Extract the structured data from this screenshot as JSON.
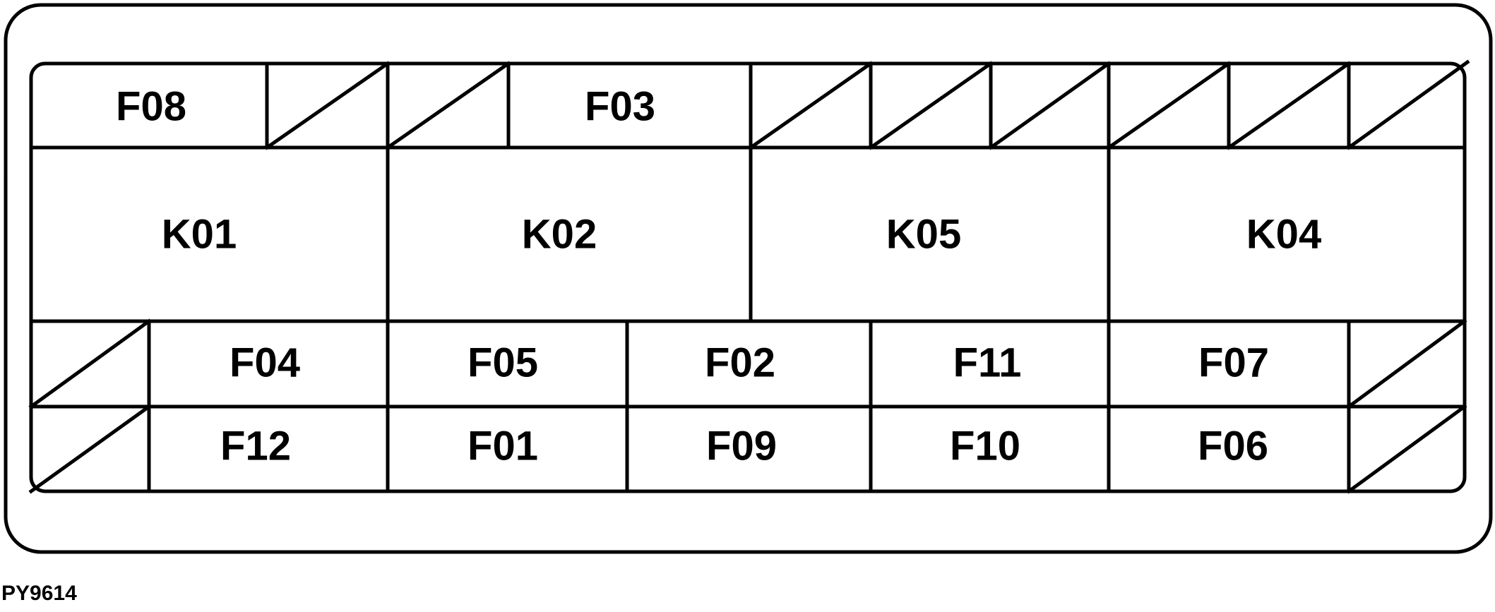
{
  "fuse_box": {
    "top_row": [
      "F08",
      "",
      "",
      "F03",
      "",
      "",
      "",
      "",
      "",
      ""
    ],
    "relay_row": [
      "K01",
      "K02",
      "K05",
      "K04"
    ],
    "row_three": [
      "",
      "F04",
      "F05",
      "F02",
      "F11",
      "F07",
      ""
    ],
    "row_four": [
      "",
      "F12",
      "F01",
      "F09",
      "F10",
      "F06",
      ""
    ]
  },
  "figure_code": "PY9614",
  "colors": {
    "line": "#000000",
    "background": "#ffffff"
  }
}
